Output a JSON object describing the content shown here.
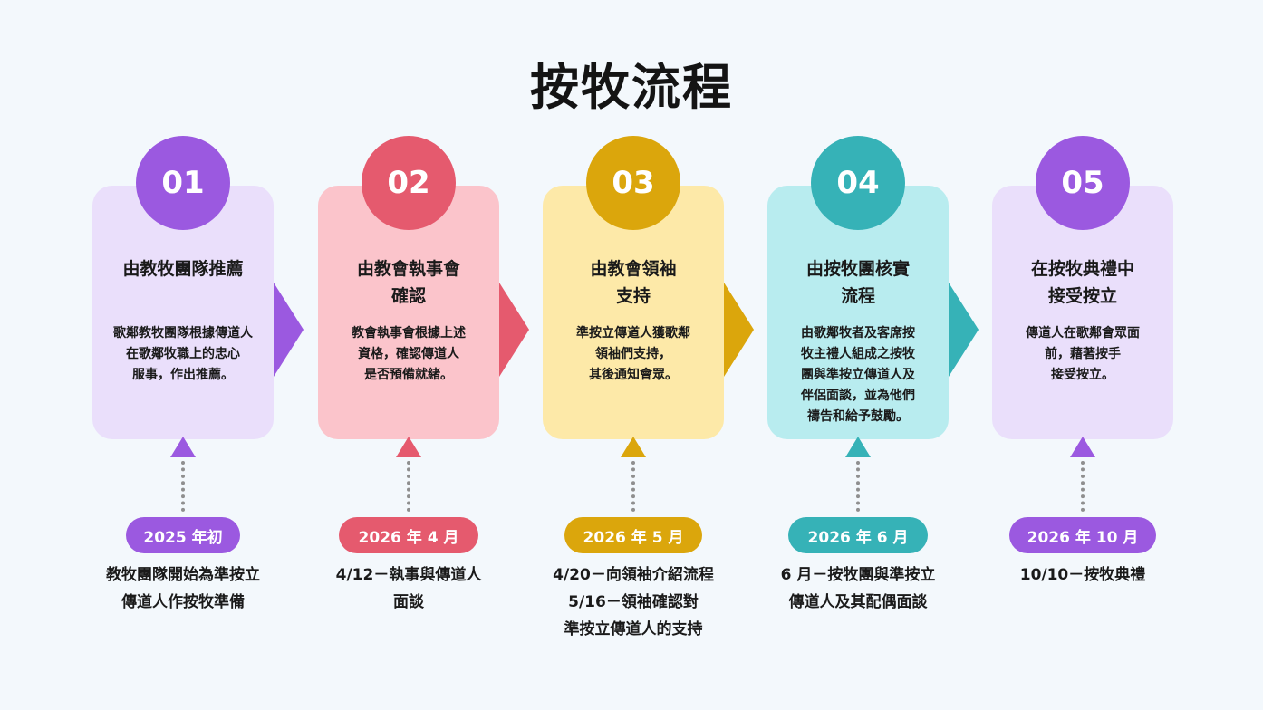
{
  "title": "按牧流程",
  "steps": [
    {
      "number": "01",
      "heading": [
        "由教牧團隊推薦"
      ],
      "description": [
        "歌鄰教牧團隊根據傳道人",
        "在歌鄰牧職上的忠心",
        "服事，作出推薦。"
      ],
      "date": "2025 年初",
      "detail": [
        "教牧團隊開始為準按立",
        "傳道人作按牧準備"
      ],
      "colors": {
        "badge": "#9b59e0",
        "card": "#eadffb",
        "arrow": "#9b59e0",
        "pill": "#9b59e0",
        "triangle": "#9b59e0"
      }
    },
    {
      "number": "02",
      "heading": [
        "由教會執事會",
        "確認"
      ],
      "description": [
        "教會執事會根據上述",
        "資格，確認傳道人",
        "是否預備就緒。"
      ],
      "date": "2026 年 4 月",
      "detail": [
        "4/12－執事與傳道人",
        "面談"
      ],
      "colors": {
        "badge": "#e55a6e",
        "card": "#fbc4cb",
        "arrow": "#e55a6e",
        "pill": "#e55a6e",
        "triangle": "#e55a6e"
      }
    },
    {
      "number": "03",
      "heading": [
        "由教會領袖",
        "支持"
      ],
      "description": [
        "準按立傳道人獲歌鄰",
        "領袖們支持，",
        "其後通知會眾。"
      ],
      "date": "2026 年 5 月",
      "detail": [
        "4/20－向領袖介紹流程",
        "5/16－領袖確認對",
        "準按立傳道人的支持"
      ],
      "colors": {
        "badge": "#dba60c",
        "card": "#fde9a8",
        "arrow": "#dba60c",
        "pill": "#dba60c",
        "triangle": "#dba60c"
      }
    },
    {
      "number": "04",
      "heading": [
        "由按牧團核實",
        "流程"
      ],
      "description": [
        "由歌鄰牧者及客席按",
        "牧主禮人組成之按牧",
        "團與準按立傳道人及",
        "伴侶面談，並為他們",
        "禱告和給予鼓勵。"
      ],
      "date": "2026 年 6 月",
      "detail": [
        "6 月－按牧團與準按立",
        "傳道人及其配偶面談"
      ],
      "colors": {
        "badge": "#36b2b7",
        "card": "#b8ecef",
        "arrow": "#36b2b7",
        "pill": "#36b2b7",
        "triangle": "#36b2b7"
      }
    },
    {
      "number": "05",
      "heading": [
        "在按牧典禮中",
        "接受按立"
      ],
      "description": [
        "傳道人在歌鄰會眾面",
        "前，藉著按手",
        "接受按立。"
      ],
      "date": "2026 年 10 月",
      "detail": [
        "10/10－按牧典禮"
      ],
      "colors": {
        "badge": "#9b59e0",
        "card": "#eadffb",
        "arrow": "#9b59e0",
        "pill": "#9b59e0",
        "triangle": "#9b59e0"
      }
    }
  ]
}
